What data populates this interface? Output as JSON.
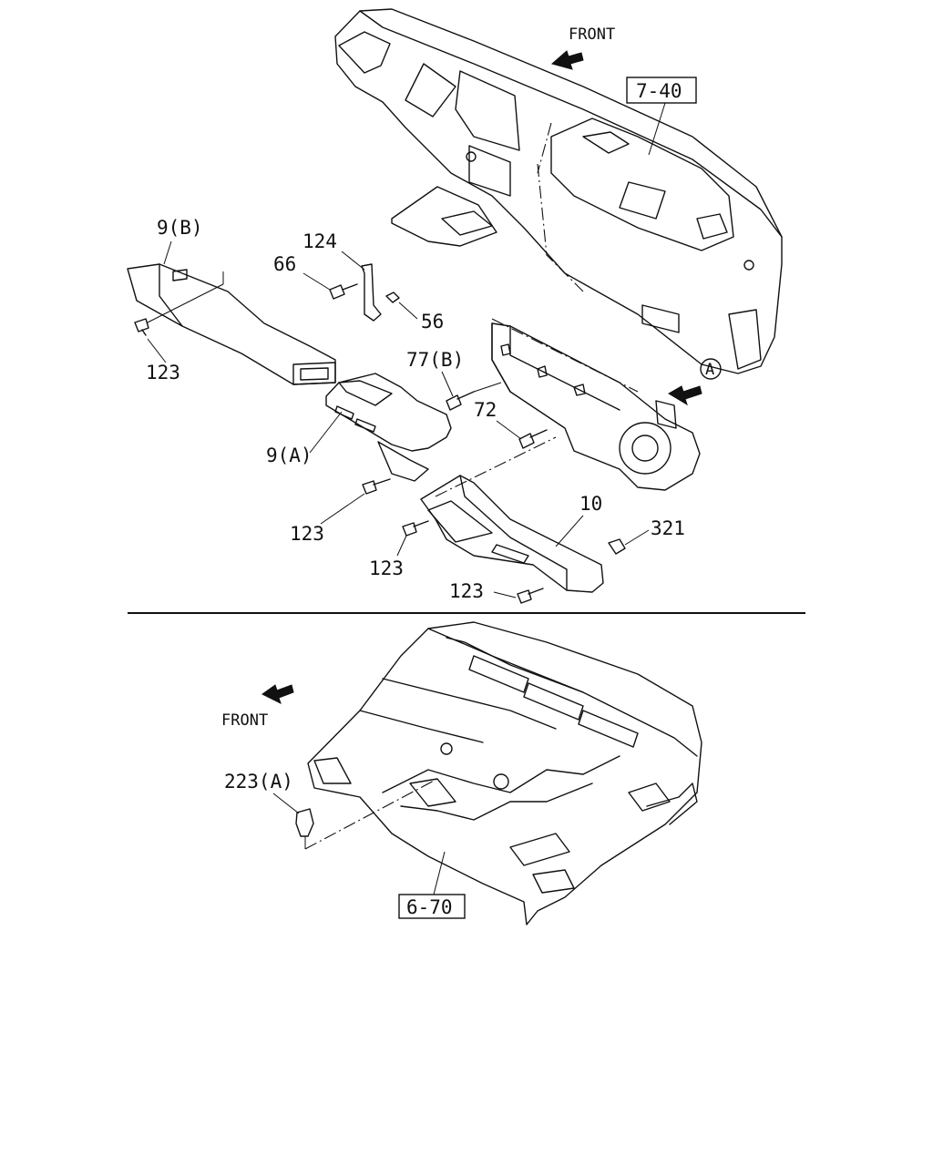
{
  "diagram": {
    "front_label_top": "FRONT",
    "front_label_bottom": "FRONT",
    "ref_dashboard": "7-40",
    "ref_floor": "6-70",
    "view_marker": "A",
    "callouts": {
      "duct_9b": "9(B)",
      "bracket_124": "124",
      "bolt_66": "66",
      "nut_56": "56",
      "screw_123_left": "123",
      "bolt_77b": "77(B)",
      "bolt_72": "72",
      "duct_9a": "9(A)",
      "screw_123_mid": "123",
      "duct_10": "10",
      "clip_321": "321",
      "screw_123_low": "123",
      "screw_123_bottom": "123",
      "clip_223a": "223(A)"
    }
  }
}
